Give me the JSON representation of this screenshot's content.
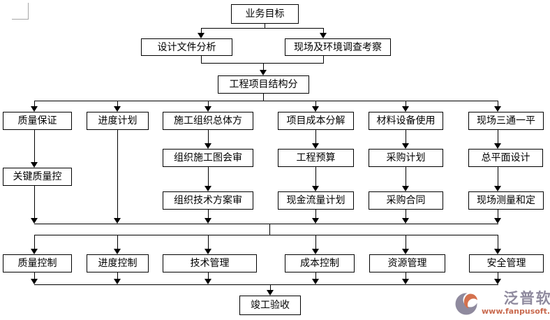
{
  "nodes": {
    "business_goal": "业务目标",
    "design_analysis": "设计文件分析",
    "site_survey": "现场及环境调查考察",
    "wbs": "工程项目结构分",
    "quality_assurance": "质量保证",
    "schedule_plan": "进度计划",
    "construction_org_plan": "施工组织总体方",
    "cost_breakdown": "项目成本分解",
    "material_equipment_use": "材料设备使用",
    "site_three_one": "现场三通一平",
    "key_quality_control": "关键质量控",
    "drawing_review": "组织施工图会审",
    "tech_plan_review": "组织技术方案审",
    "budget": "工程预算",
    "cash_flow_plan": "现金流量计划",
    "procurement_plan": "采购计划",
    "procurement_contract": "采购合同",
    "site_plan_design": "总平面设计",
    "site_measure": "现场测量和定",
    "quality_control": "质量控制",
    "schedule_control": "进度控制",
    "tech_management": "技术管理",
    "cost_control": "成本控制",
    "resource_management": "资源管理",
    "safety_management": "安全管理",
    "completion_acceptance": "竣工验收"
  },
  "logo": {
    "brand": "泛普软件",
    "url": "www.fanpusoft.com",
    "brand_color": "#8f8a9e",
    "url_color": "#c96a4f",
    "icon": "fanpu-swoosh-circle"
  },
  "colors": {
    "line": "#000000",
    "box_border": "#000000",
    "box_fill": "#ffffff",
    "page_mark": "#a6a6a6"
  }
}
